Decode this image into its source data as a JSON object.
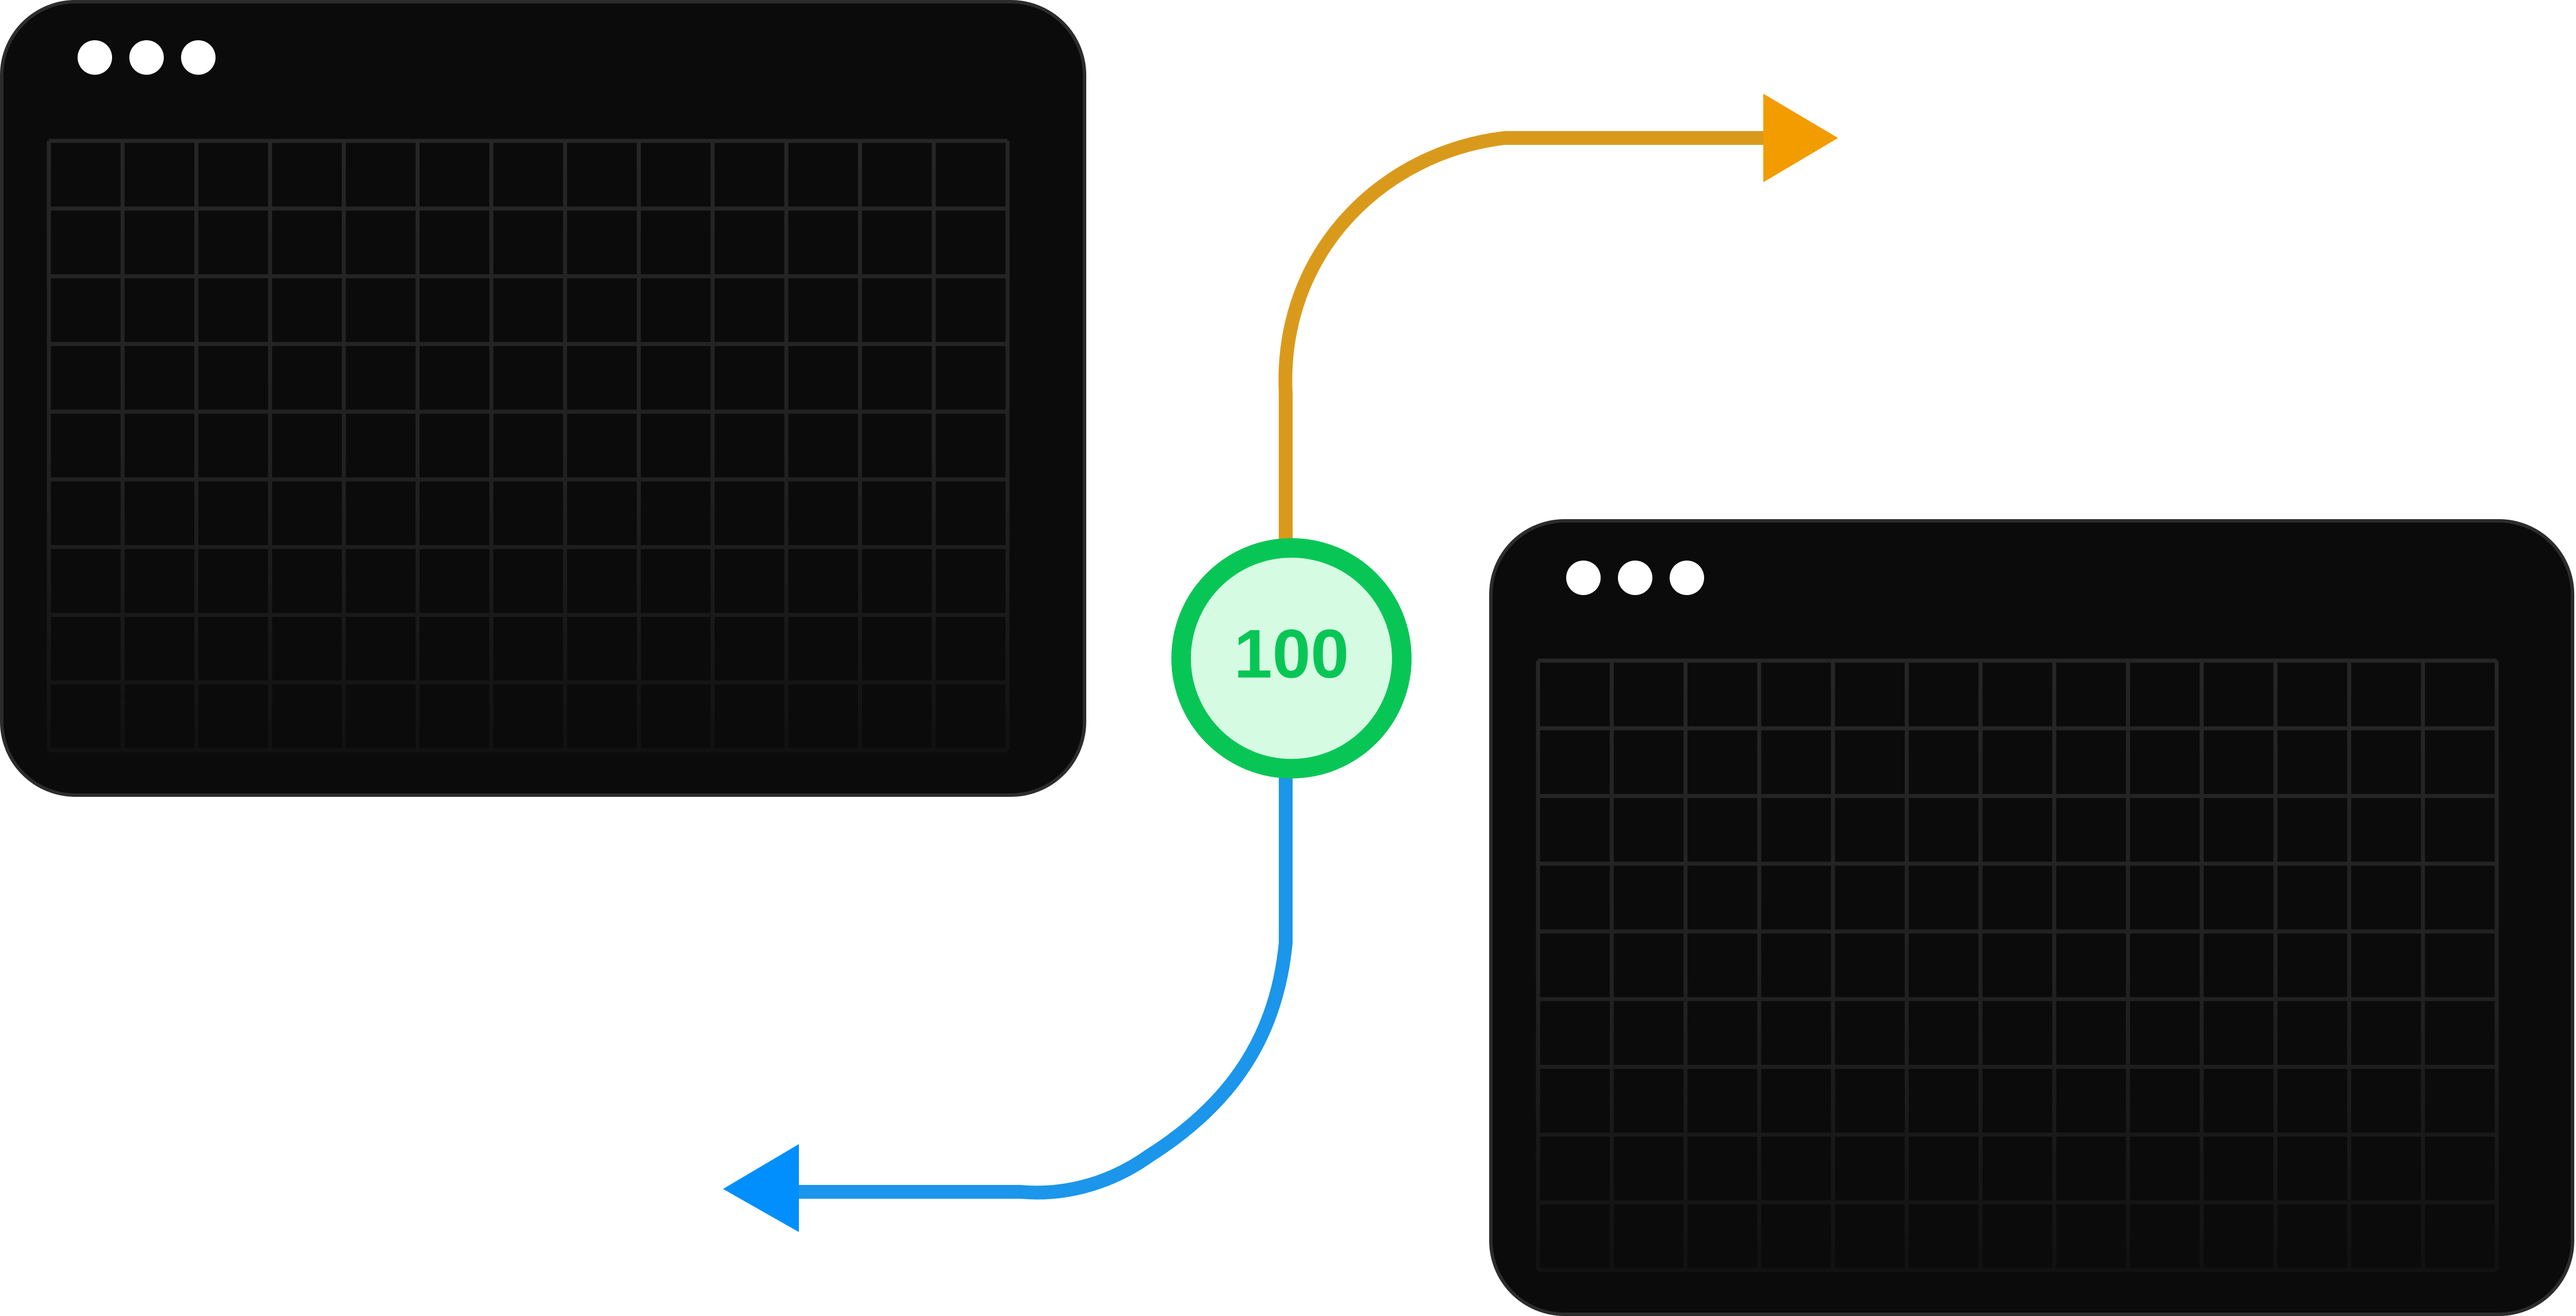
{
  "colors": {
    "background": "#ffffff",
    "window_fill": "#0b0b0b",
    "window_border": "#2c2c2c",
    "grid_line": "#262626",
    "dot": "#ffffff",
    "node_ring": "#08c656",
    "node_fill": "#d6fbe3",
    "node_text": "#08c656",
    "connector_up": "#d99a1c",
    "arrow_up": "#f29c00",
    "connector_down": "#1b96ea",
    "arrow_down": "#008ffc"
  },
  "windows": [
    {
      "name": "window-top-left",
      "dots": 3,
      "grid_columns": 13,
      "grid_rows": 9
    },
    {
      "name": "window-bottom-right",
      "dots": 3,
      "grid_columns": 13,
      "grid_rows": 9
    }
  ],
  "node": {
    "label": "100"
  },
  "connectors": [
    {
      "name": "connector-up-right",
      "direction": "right"
    },
    {
      "name": "connector-down-left",
      "direction": "left"
    }
  ]
}
